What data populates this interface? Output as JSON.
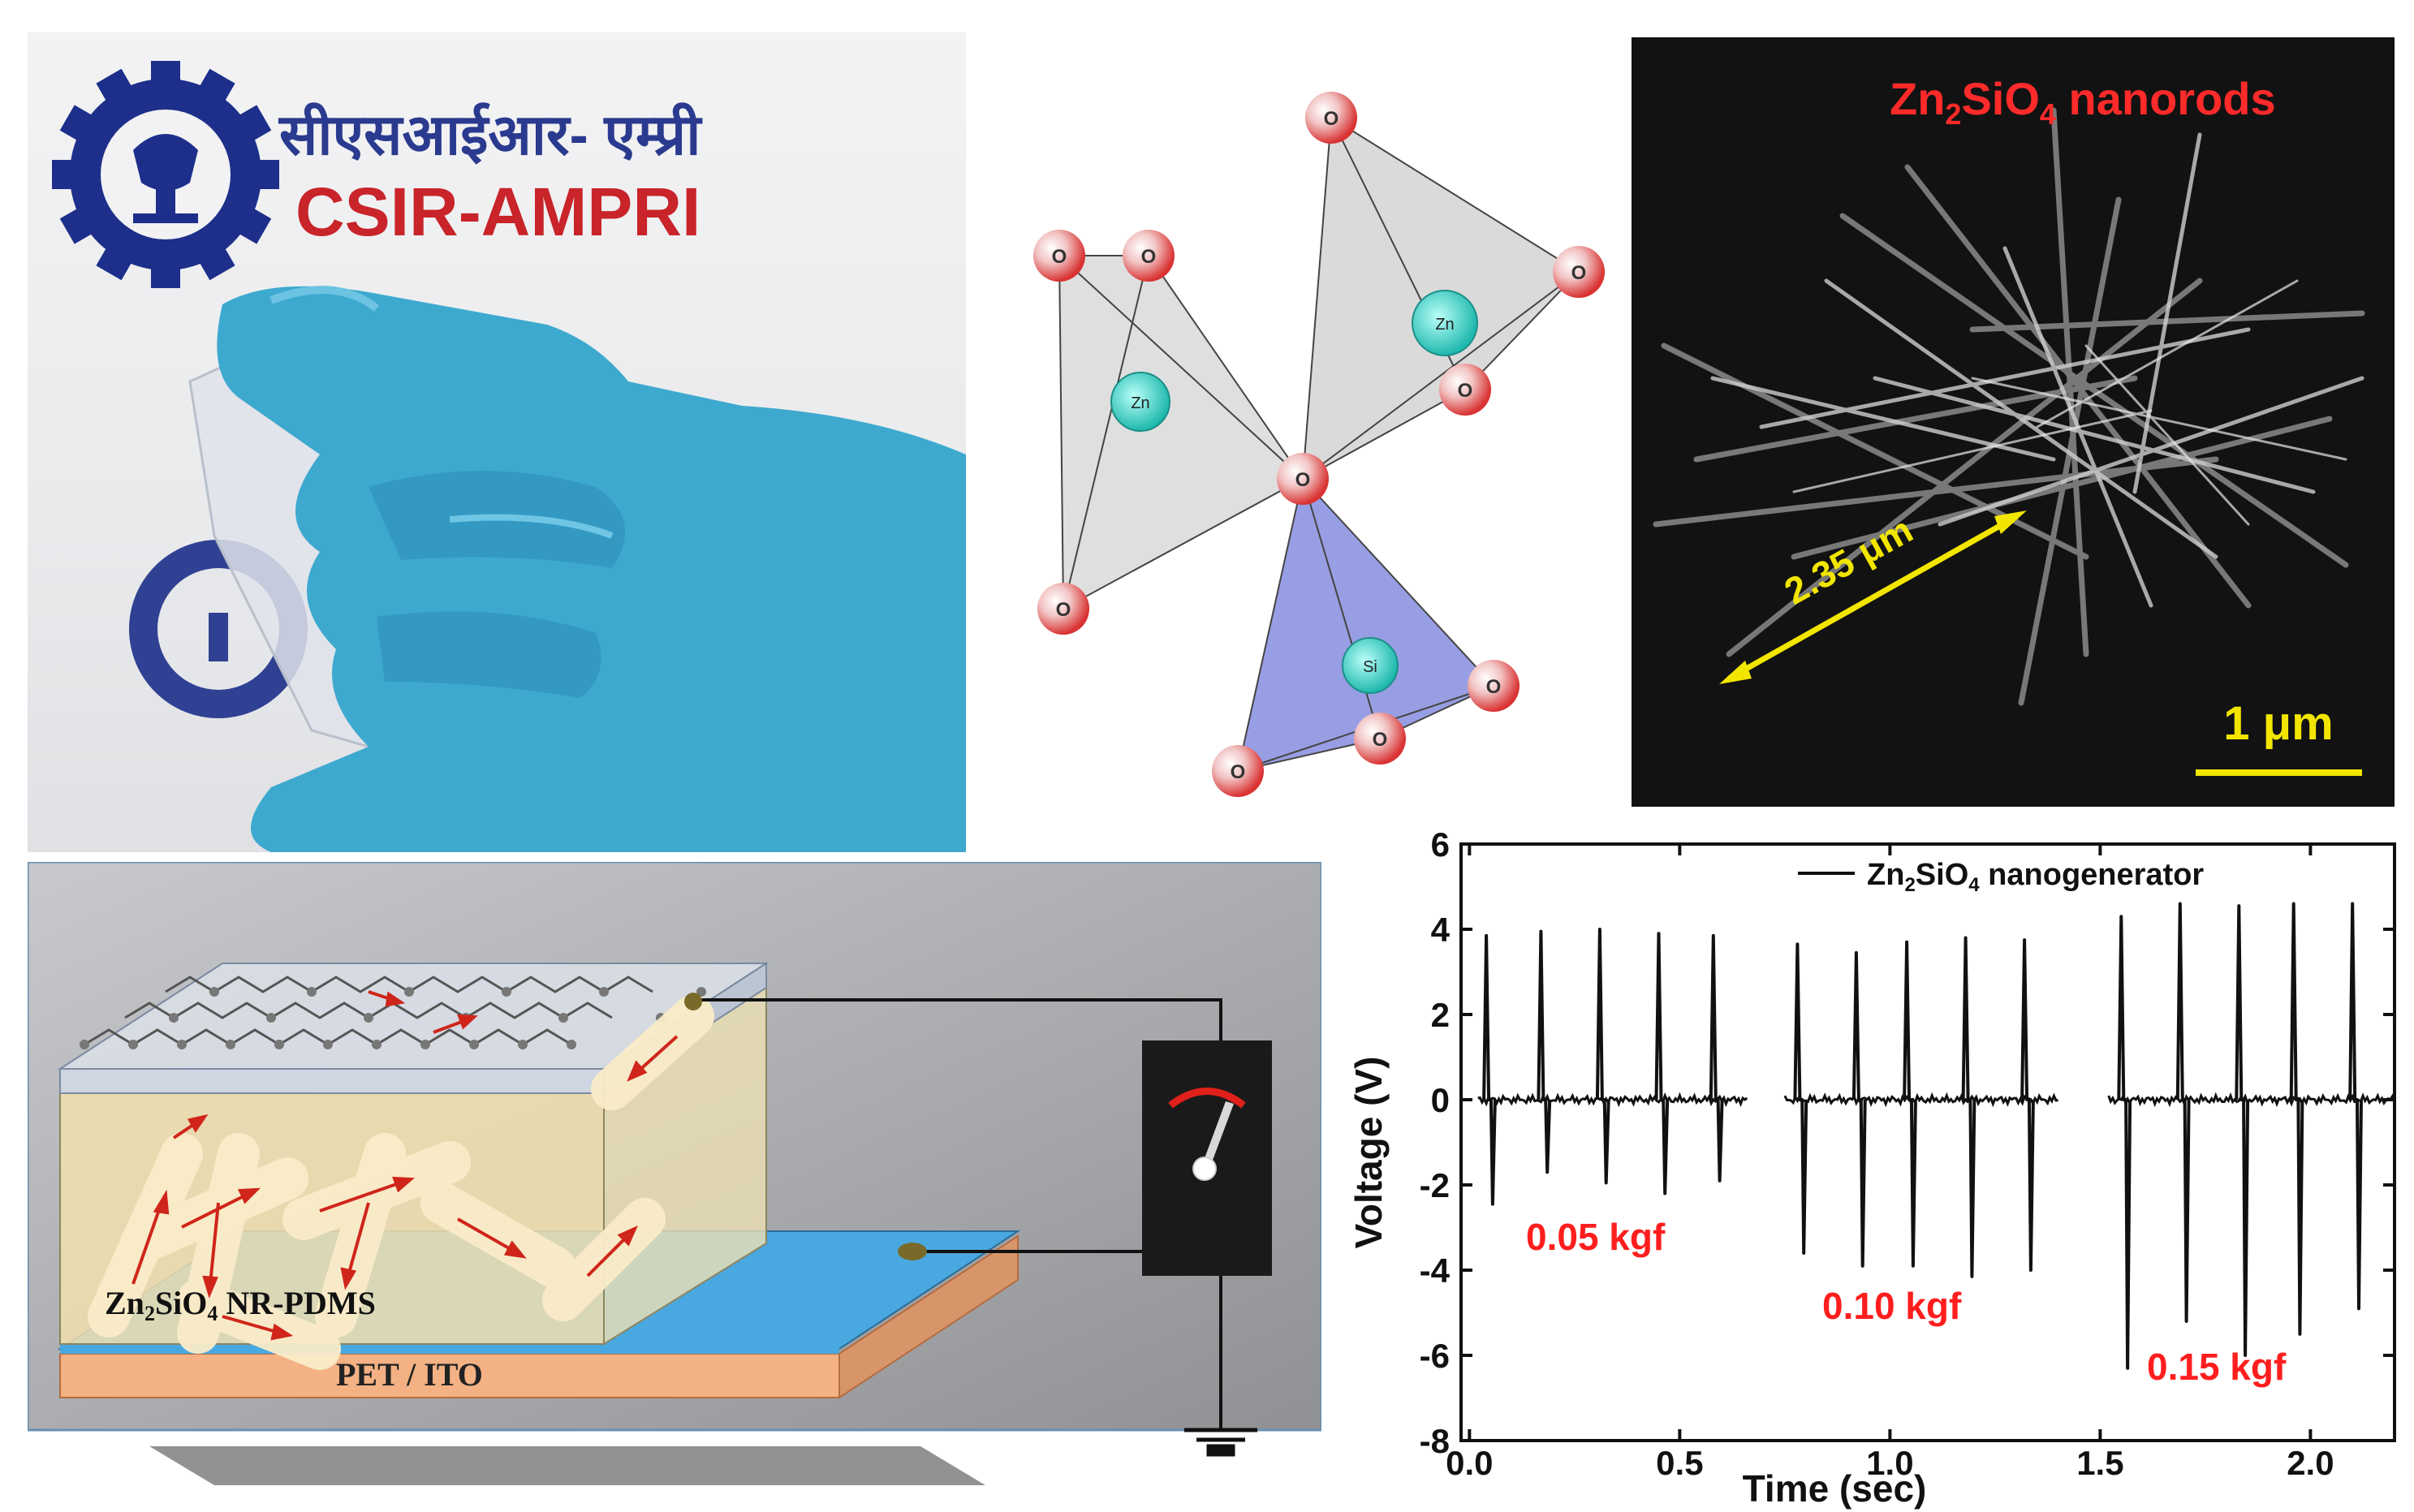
{
  "photo": {
    "logo_hindi": "सीएसआईआर- एम्प्री",
    "logo_english": "CSIR-AMPRI"
  },
  "crystal": {
    "atoms": {
      "zn1": "Zn",
      "zn2": "Zn",
      "si": "Si",
      "oxygen": "O"
    },
    "colors": {
      "zn_tetra": "#d6d6d6",
      "si_tetra": "#8d94e0",
      "oxygen": "#e03c3c",
      "cation": "#3fd6cc"
    }
  },
  "sem": {
    "title_prefix": "Zn",
    "title_sub1": "2",
    "title_mid": "SiO",
    "title_sub2": "4",
    "title_suffix": " nanorods",
    "measure_label": "2.35 μm",
    "scale_label": "1 μm",
    "colors": {
      "title": "#ff2a2a",
      "annotation": "#f2e600"
    }
  },
  "device": {
    "layer_prefix": "Zn",
    "layer_sub1": "2",
    "layer_mid": "SiO",
    "layer_sub2": "4",
    "layer_suffix": " NR-PDMS",
    "substrate_label": "PET / ITO",
    "colors": {
      "ito": "#4aa8e0",
      "pet": "#f3b184",
      "pdms": "#f2dfae",
      "arrow": "#d0251a"
    }
  },
  "chart_data": {
    "type": "line",
    "xlabel": "Time (sec)",
    "ylabel": "Voltage (V)",
    "xlim": [
      -0.02,
      2.2
    ],
    "ylim": [
      -8,
      6
    ],
    "xticks": [
      "0.0",
      "0.5",
      "1.0",
      "1.5",
      "2.0"
    ],
    "yticks": [
      "-8",
      "-6",
      "-4",
      "-2",
      "0",
      "2",
      "4",
      "6"
    ],
    "legend": {
      "prefix": "Zn",
      "sub1": "2",
      "mid": "SiO",
      "sub2": "4",
      "suffix": " nanogenerator",
      "position": "top-right"
    },
    "annotations": [
      "0.05 kgf",
      "0.10 kgf",
      "0.15 kgf"
    ],
    "annotation_color": "#ff1e1e",
    "series": [
      {
        "segments": [
          [
            0.02,
            0.66
          ],
          [
            0.75,
            1.4
          ],
          [
            1.52,
            2.2
          ]
        ],
        "pulses": [
          {
            "t": 0.04,
            "pos": 3.85,
            "neg": -2.45
          },
          {
            "t": 0.17,
            "pos": 3.95,
            "neg": -1.7
          },
          {
            "t": 0.31,
            "pos": 4.0,
            "neg": -1.95
          },
          {
            "t": 0.45,
            "pos": 3.9,
            "neg": -2.2
          },
          {
            "t": 0.58,
            "pos": 3.85,
            "neg": -1.9
          },
          {
            "t": 0.78,
            "pos": 3.65,
            "neg": -3.6
          },
          {
            "t": 0.92,
            "pos": 3.45,
            "neg": -3.9
          },
          {
            "t": 1.04,
            "pos": 3.7,
            "neg": -3.9
          },
          {
            "t": 1.18,
            "pos": 3.8,
            "neg": -4.15
          },
          {
            "t": 1.32,
            "pos": 3.75,
            "neg": -4.0
          },
          {
            "t": 1.55,
            "pos": 4.3,
            "neg": -6.3
          },
          {
            "t": 1.69,
            "pos": 4.6,
            "neg": -5.2
          },
          {
            "t": 1.83,
            "pos": 4.55,
            "neg": -6.0
          },
          {
            "t": 1.96,
            "pos": 4.6,
            "neg": -5.5
          },
          {
            "t": 2.1,
            "pos": 4.6,
            "neg": -4.9
          }
        ]
      }
    ]
  }
}
